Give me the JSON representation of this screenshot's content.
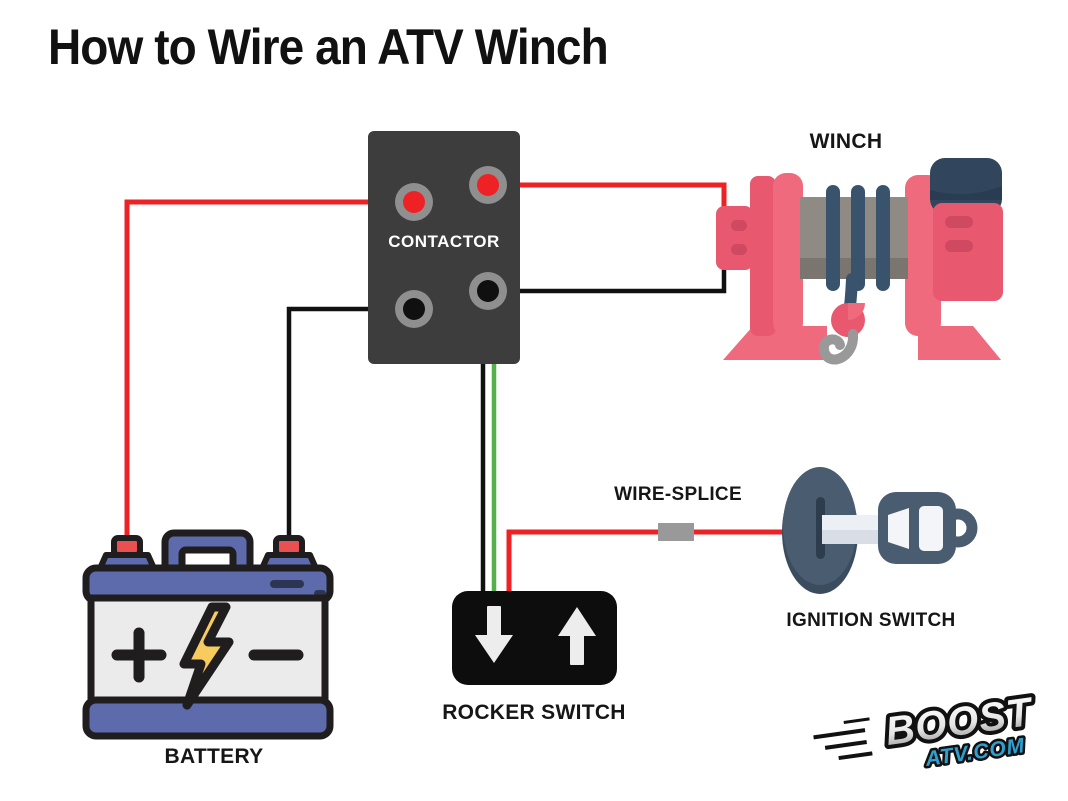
{
  "page": {
    "title": "How to Wire an ATV Winch",
    "background_color": "#ffffff"
  },
  "diagram": {
    "components": {
      "contactor": {
        "label": "CONTACTOR",
        "body_color": "#3d3d3d",
        "terminal_ring_color": "#8f8f8f",
        "positive_terminal_color": "#ee2224",
        "negative_terminal_color": "#101010",
        "terminal_count": 4
      },
      "winch": {
        "label": "WINCH",
        "body_color": "#ec6074",
        "shade_color": "#d24a63",
        "drum_color": "#8f8a84",
        "drum_shadow_color": "#7b756f",
        "cable_color": "#3a536d",
        "motor_color": "#31455c",
        "hook_color": "#999999"
      },
      "battery": {
        "label": "BATTERY",
        "plus_symbol": "+",
        "minus_symbol": "-",
        "case_color": "#ebebeb",
        "lid_color": "#5d6bac",
        "terminal_cap_color": "#e85052",
        "bolt_color": "#f8cb5e",
        "outline_color": "#1f1d1e"
      },
      "rocker_switch": {
        "label": "ROCKER SWITCH",
        "body_color": "#0d0d0d",
        "arrow_color": "#ededed",
        "arrows": [
          "down-arrow",
          "up-arrow"
        ]
      },
      "wire_splice": {
        "label": "WIRE-SPLICE",
        "splice_color": "#999999"
      },
      "ignition_switch": {
        "label": "IGNITION SWITCH",
        "body_color": "#4a5c70",
        "key_shaft_color": "#eceff4"
      }
    },
    "wires": {
      "positive_color": "#ee2224",
      "ground_color": "#111111",
      "switch_color": "#55b04b",
      "connections": [
        {
          "name": "battery-positive-to-contactor",
          "color": "red"
        },
        {
          "name": "contactor-to-winch-positive",
          "color": "red"
        },
        {
          "name": "battery-negative-to-contactor",
          "color": "black"
        },
        {
          "name": "contactor-to-winch-negative",
          "color": "black"
        },
        {
          "name": "contactor-to-rocker-black",
          "color": "black"
        },
        {
          "name": "contactor-to-rocker-green",
          "color": "green"
        },
        {
          "name": "rocker-to-ignition-via-splice",
          "color": "red"
        }
      ]
    }
  },
  "branding": {
    "logo_primary": "BOOST",
    "logo_secondary": "ATV.COM",
    "logo_secondary_color": "#2f9fd0"
  }
}
